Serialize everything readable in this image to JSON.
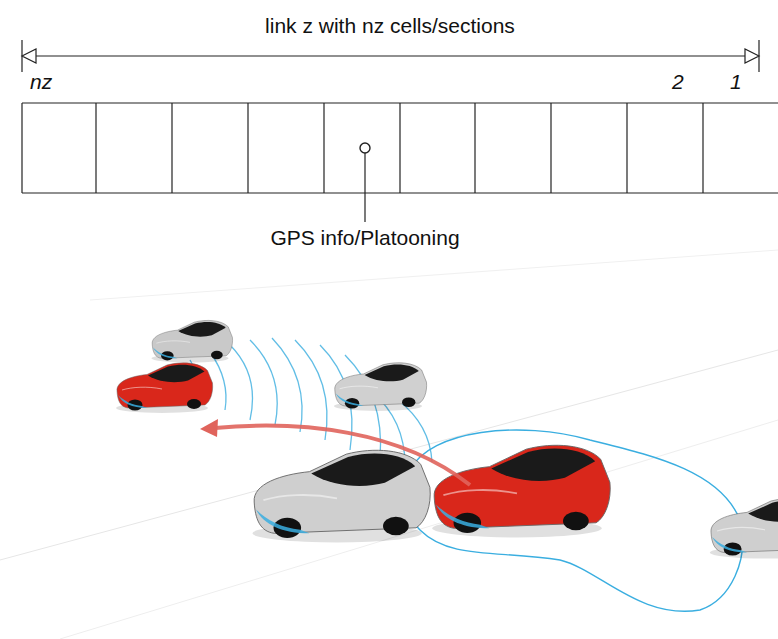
{
  "diagram": {
    "labels": [
      "link z with nz cells/sections",
      "nz",
      "2",
      "1",
      "GPS info/Platooning"
    ]
  }
}
